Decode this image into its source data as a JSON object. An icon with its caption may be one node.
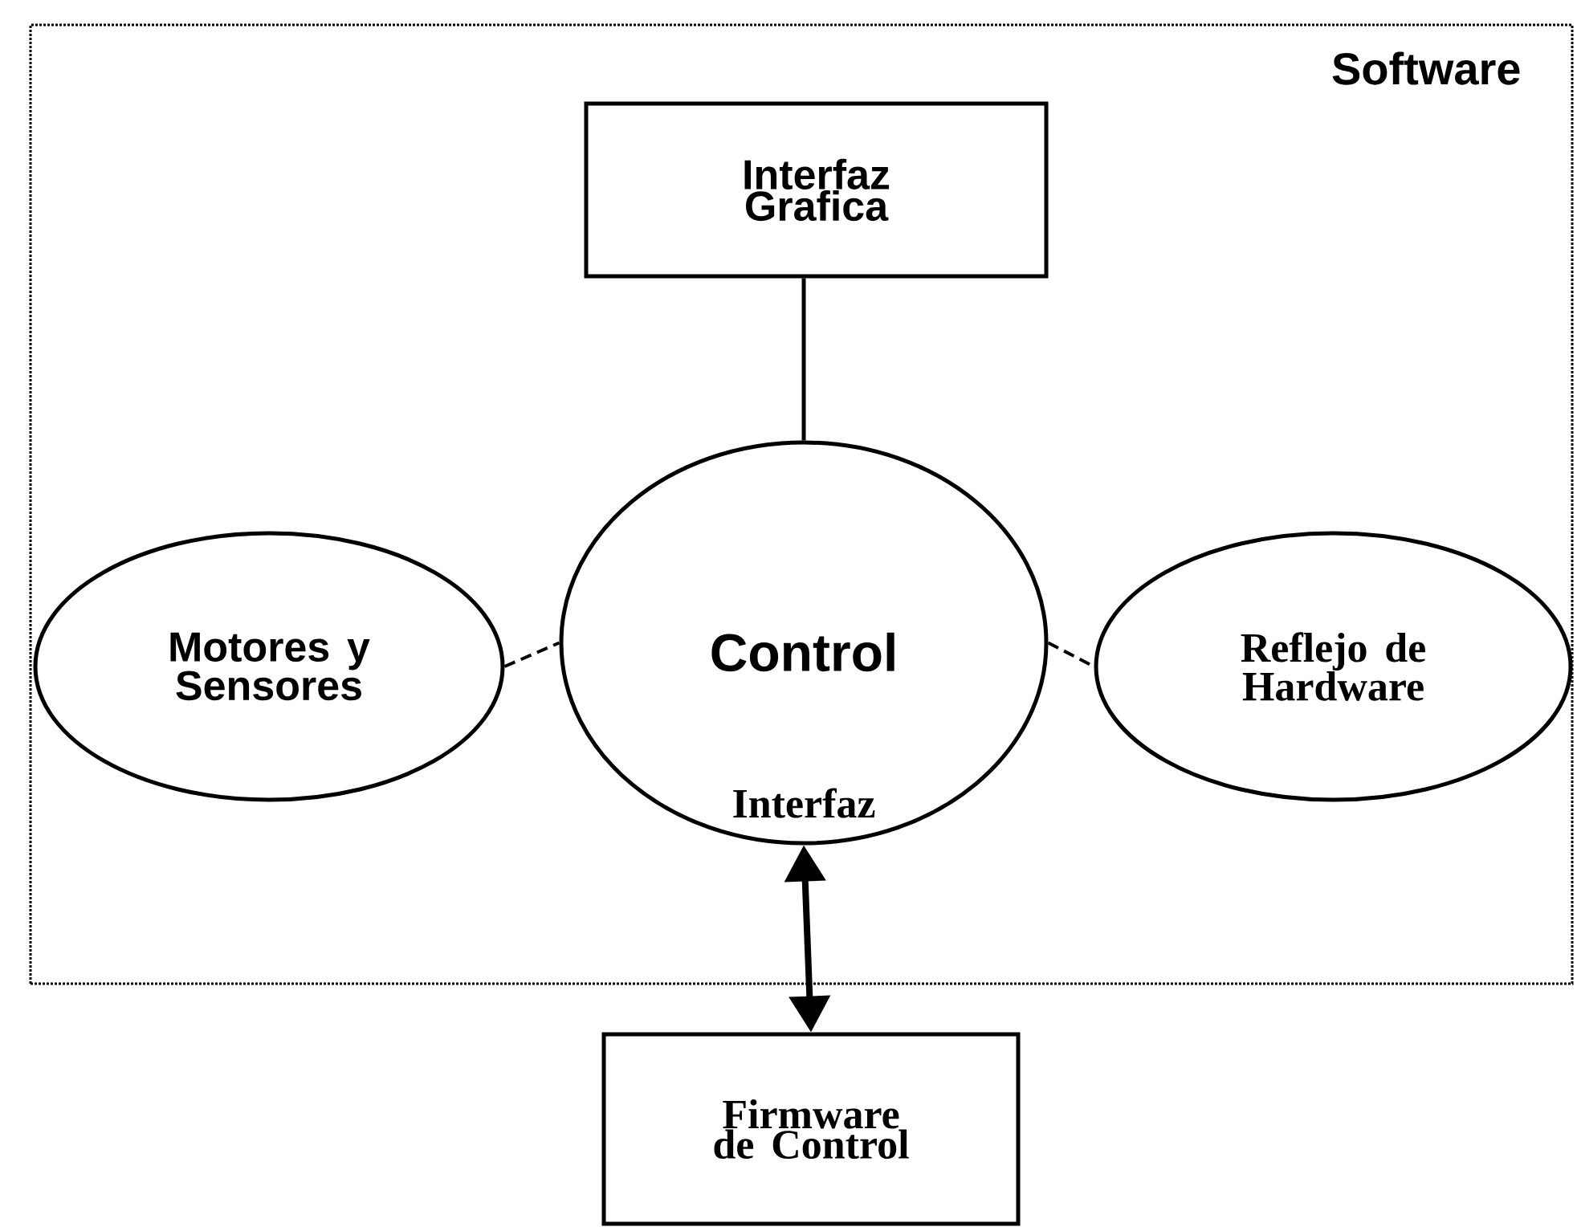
{
  "diagram": {
    "nodes": [
      {
        "text": [
          "Software"
        ]
      },
      {
        "text": [
          "Interfaz Grafica"
        ],
        "in": 0
      },
      {
        "text": [
          "Motores y Sensores"
        ],
        "in": 0
      },
      {
        "text": [
          "Control",
          "Interfaz"
        ],
        "in": 0
      },
      {
        "text": [
          "Reflejo de Hardware"
        ],
        "in": 0
      },
      {
        "text": [
          "Firmware de Control"
        ]
      }
    ],
    "edges": [
      {
        "from": 1,
        "to": 3,
        "arrow": "none"
      },
      {
        "from": 2,
        "to": 3,
        "arrow": "none",
        "style": "dashed"
      },
      {
        "from": 3,
        "to": 4,
        "arrow": "none",
        "style": "dashed"
      },
      {
        "from": 3,
        "to": 5,
        "arrow": "both",
        "style": "thick"
      }
    ]
  }
}
